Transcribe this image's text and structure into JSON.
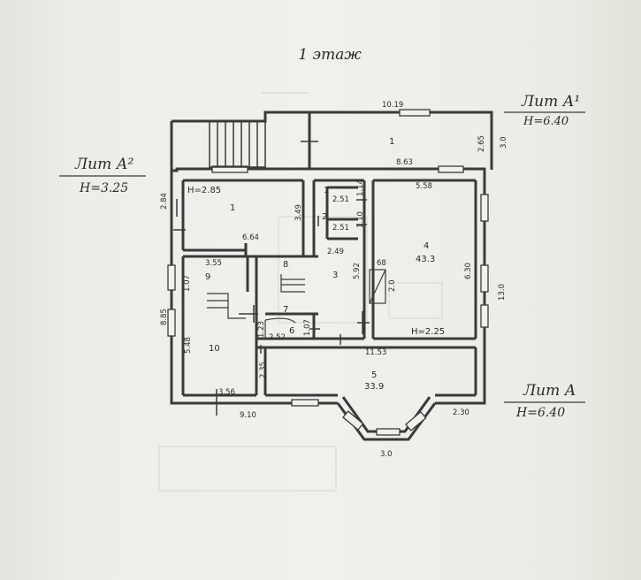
{
  "title": "1 этаж",
  "lit_labels": {
    "a2": {
      "name": "Лит А²",
      "height": "Н=3.25"
    },
    "a1": {
      "name": "Лит А¹",
      "height": "Н=6.40"
    },
    "a": {
      "name": "Лит А",
      "height": "Н=6.40"
    }
  },
  "rooms": {
    "r1_top": "1",
    "r1_left": "1",
    "r1_left_height": "Н=2.85",
    "r1_small": "1",
    "r2": "2",
    "r3": "3",
    "r4": "4",
    "r4_area": "43.3",
    "r4_height": "Н=2.25",
    "r5": "5",
    "r5_area": "33.9",
    "r6": "6",
    "r7": "7",
    "r8": "8",
    "r9": "9",
    "r10": "10"
  },
  "dimensions": {
    "top_width": "10.19",
    "top_right_depth": "2.65",
    "top_right_outer": "3.0",
    "mid_width": "8.63",
    "left_depth": "2.84",
    "r1_width": "6.64",
    "r1_depth": "3.49",
    "corr_251a": "2.51",
    "corr_251b": "2.51",
    "corr_114": "1.14",
    "corr_110": "1.10",
    "r3_width": "2.49",
    "r3_depth": "5.92",
    "r4_top": "5.58",
    "r4_depth": "6.30",
    "r4_right": "13.0",
    "stair_68": "68",
    "stair_20": "2.0",
    "r9_width": "3.55",
    "r9_depth": "1.07",
    "left_total": "8.85",
    "r10_depth": "5.48",
    "r10_width": "3.56",
    "r6_width": "2.52",
    "r6_depth": "1.07",
    "r6_small": "1.23",
    "r5_width": "11.53",
    "r5_depth": "2.35",
    "bottom_left": "9.10",
    "bottom_right": "2.30",
    "bay": "3.0"
  }
}
